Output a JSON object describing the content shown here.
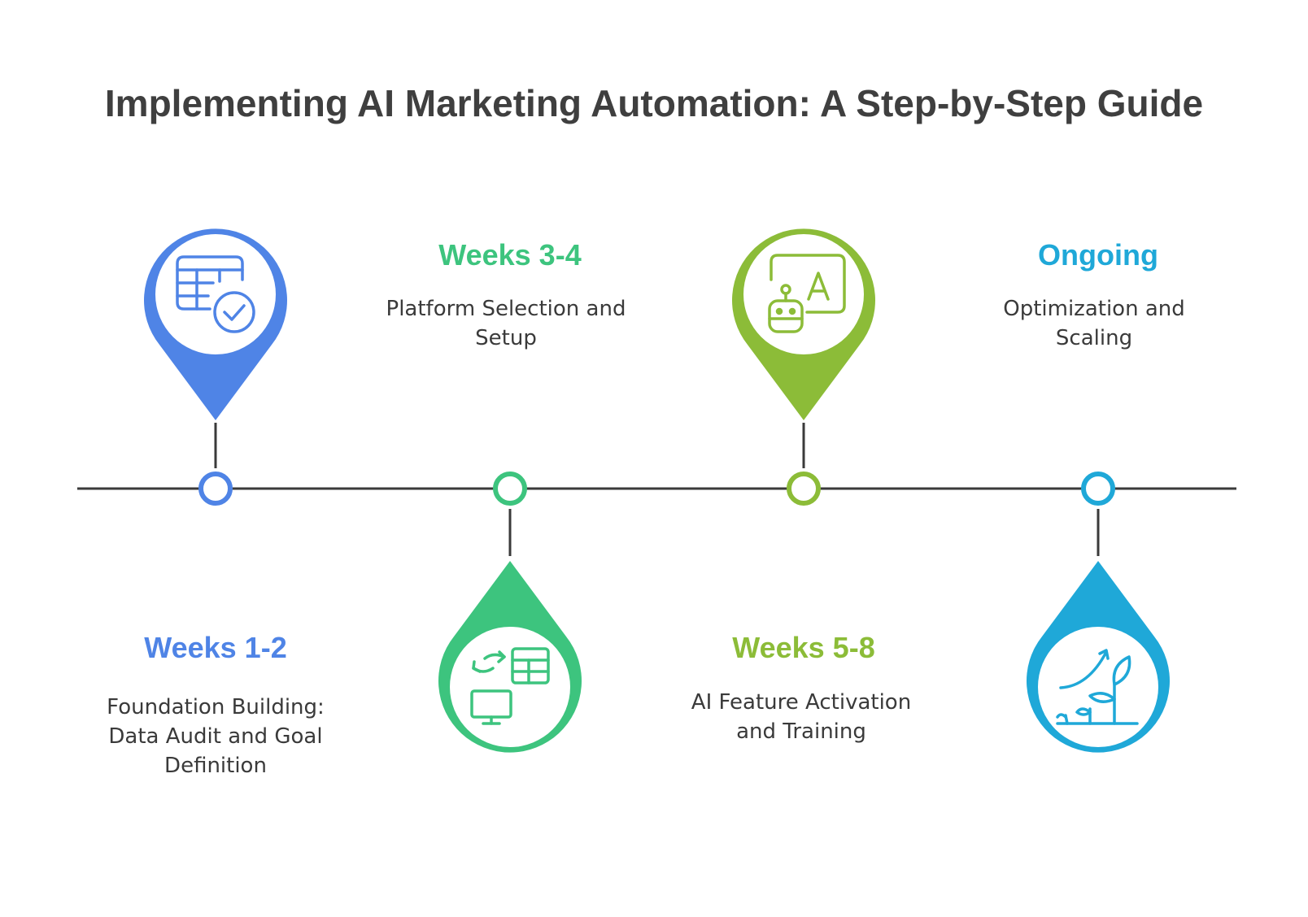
{
  "title": "Implementing AI Marketing Automation: A Step-by-Step Guide",
  "colors": {
    "line": "#3a3a3a",
    "text": "#3a3a3a",
    "title": "#3f3f3f",
    "stage1": "#4f84e6",
    "stage2": "#3dc47e",
    "stage3": "#8cbc38",
    "stage4": "#1fa8d8"
  },
  "stages": [
    {
      "heading": "Weeks 1-2",
      "description_lines": [
        "Foundation Building:",
        "Data Audit and Goal",
        "Definition"
      ],
      "icon": "spreadsheet-check-icon"
    },
    {
      "heading": "Weeks 3-4",
      "description_lines": [
        "Platform Selection and",
        "Setup"
      ],
      "icon": "data-sync-monitor-icon"
    },
    {
      "heading": "Weeks 5-8",
      "description_lines": [
        "AI Feature Activation",
        "and Training"
      ],
      "icon": "robot-ai-icon"
    },
    {
      "heading": "Ongoing",
      "description_lines": [
        "Optimization and",
        "Scaling"
      ],
      "icon": "growth-plant-icon"
    }
  ]
}
